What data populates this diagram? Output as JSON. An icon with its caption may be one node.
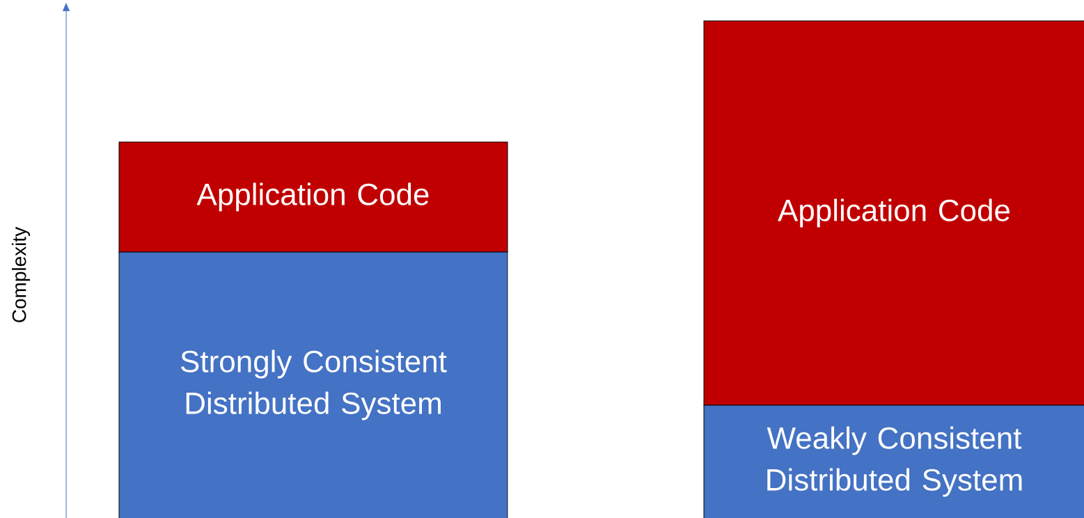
{
  "diagram": {
    "nodes": [
      {
        "text": [
          "Application Code"
        ]
      },
      {
        "text": [
          "Strongly Consistent Distributed System"
        ]
      },
      {
        "text": [
          "Application Code"
        ]
      },
      {
        "text": [
          "Weakly Consistent Distributed System"
        ]
      }
    ],
    "labels": [
      "Complexity"
    ]
  }
}
